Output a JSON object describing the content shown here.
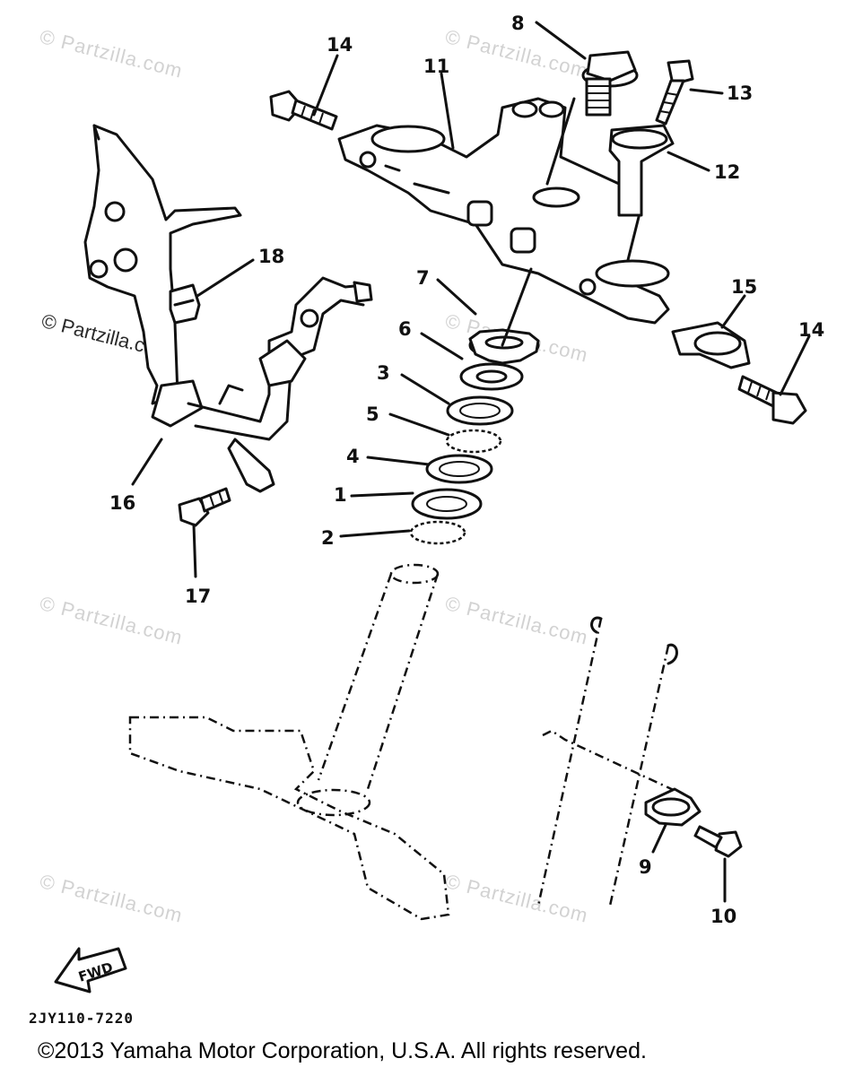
{
  "watermarks": [
    "© Partzilla.com",
    "© Partzilla.com",
    "© Partzilla.com",
    "© Partzilla.com",
    "© Partzilla.com",
    "© Partzilla.com",
    "© Partzilla.com",
    "© Partzilla.com"
  ],
  "callouts": {
    "c1": "1",
    "c2": "2",
    "c3": "3",
    "c4": "4",
    "c5": "5",
    "c6": "6",
    "c7": "7",
    "c8": "8",
    "c9": "9",
    "c10": "10",
    "c11": "11",
    "c12": "12",
    "c13": "13",
    "c14a": "14",
    "c14b": "14",
    "c15": "15",
    "c16": "16",
    "c17": "17",
    "c18": "18"
  },
  "fwd_label": "FWD",
  "diagram_code": "2JY110-7220",
  "copyright": "©2013 Yamaha Motor Corporation, U.S.A. All rights reserved."
}
